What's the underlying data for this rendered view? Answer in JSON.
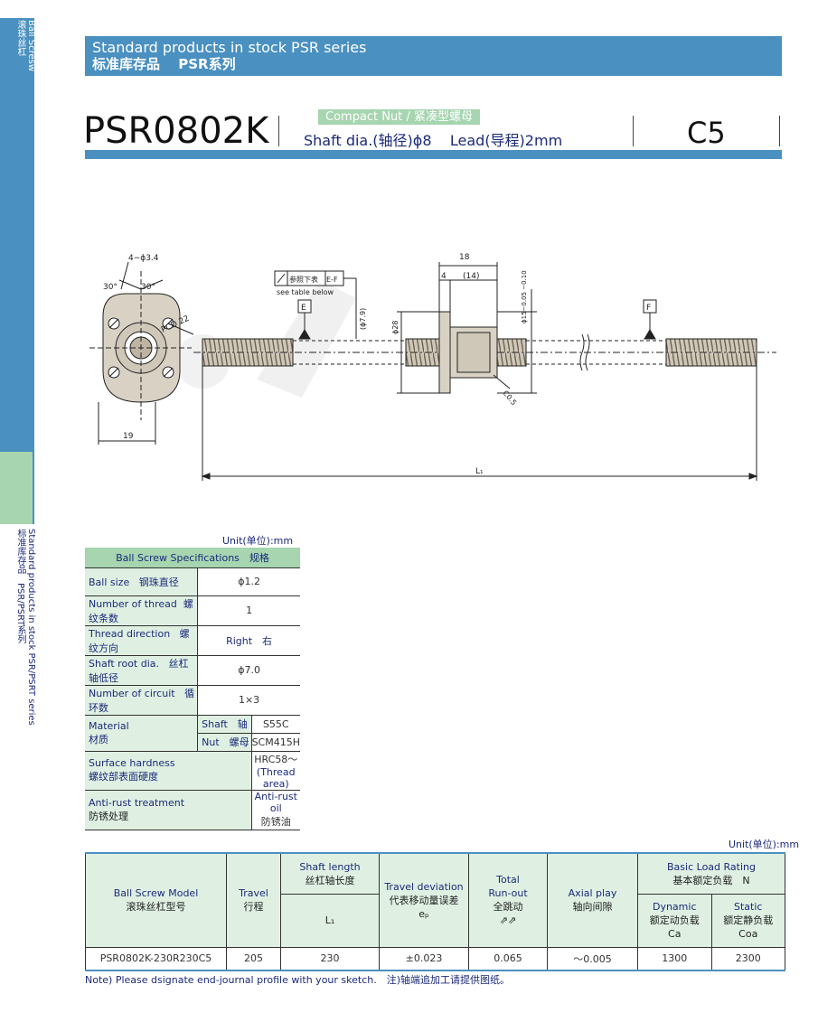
{
  "sidebar": {
    "top_label_en": "Ball Scresw",
    "top_label_cn": "滚珠丝杠",
    "section_label_en": "Standard products in stock  PSR/PSRT series",
    "section_label_cn": "标准库存品　PSR/PSRT系列"
  },
  "header": {
    "title_en": "Standard products in stock PSR series",
    "title_cn": "标准库存品　 PSR系列"
  },
  "model": {
    "name": "PSR0802K",
    "compact_badge": "Compact Nut / 紧凑型螺母",
    "shaft_text": "Shaft dia.(轴径)ϕ8",
    "lead_text": "Lead(导程)2mm",
    "grade": "C5"
  },
  "drawing": {
    "holes": "4−ϕ3.4",
    "angle_left": "30°",
    "angle_right": "30°",
    "pcd": "PCD 22",
    "width_19": "19",
    "dim_18": "18",
    "dim_4": "4",
    "dim_14": "(14)",
    "see_table_cn": "参照下表",
    "see_table_ref": "E-F",
    "see_table_en": "see table below",
    "datum_e": "E",
    "datum_f": "F",
    "dia_79": "(ϕ7.9)",
    "dia_28": "ϕ28",
    "dia_15": "ϕ15−0.05 −0.10",
    "chamfer": "C0.5",
    "length_l1": "L₁"
  },
  "spec_table": {
    "unit": "Unit(单位):mm",
    "header": "Ball Screw Specifications　规格",
    "rows": [
      {
        "label_en": "Ball size",
        "label_cn": "钢珠直径",
        "value": "ϕ1.2"
      },
      {
        "label_en": "Number of thread",
        "label_cn": "螺纹条数",
        "value": "1"
      },
      {
        "label_en": "Thread direction",
        "label_cn": "螺纹方向",
        "value": "Right　右"
      },
      {
        "label_en": "Shaft root dia.",
        "label_cn": "丝杠轴低径",
        "value": "ϕ7.0"
      },
      {
        "label_en": "Number of circuit",
        "label_cn": "循环数",
        "value": "1×3"
      }
    ],
    "material_en": "Material",
    "material_cn": "材质",
    "shaft_label": "Shaft　轴",
    "shaft_value": "S55C",
    "nut_label": "Nut　螺母",
    "nut_value": "SCM415H",
    "hardness_en": "Surface hardness",
    "hardness_cn": "螺纹部表面硬度",
    "hardness_value_1": "HRC58～",
    "hardness_value_2": "(Thread area)",
    "antirust_en": "Anti-rust treatment",
    "antirust_cn": "防锈处理",
    "antirust_value_en": "Anti-rust oil",
    "antirust_value_cn": "防锈油"
  },
  "data_table": {
    "unit": "Unit(单位):mm",
    "h_model_en": "Ball Screw Model",
    "h_model_cn": "滚珠丝杠型号",
    "h_travel_en": "Travel",
    "h_travel_cn": "行程",
    "h_shaft_en": "Shaft length",
    "h_shaft_cn": "丝杠轴长度",
    "h_shaft_sym": "L₁",
    "h_dev_en": "Travel deviation",
    "h_dev_cn": "代表移动量误差",
    "h_dev_sym": "eₚ",
    "h_runout_en_1": "Total",
    "h_runout_en_2": "Run-out",
    "h_runout_cn": "全跳动",
    "h_axial_en": "Axial play",
    "h_axial_cn": "轴向间隙",
    "h_load_en": "Basic Load Rating",
    "h_load_cn": "基本额定负载　N",
    "h_dyn_en": "Dynamic",
    "h_dyn_cn": "额定动负载",
    "h_dyn_sym": "Ca",
    "h_sta_en": "Static",
    "h_sta_cn": "额定静负载",
    "h_sta_sym": "Coa",
    "row": {
      "model": "PSR0802K-230R230C5",
      "travel": "205",
      "shaft": "230",
      "deviation": "±0.023",
      "runout": "0.065",
      "axial": "～0.005",
      "dynamic": "1300",
      "static": "2300"
    }
  },
  "note": "Note) Please dsignate end-journal profile with your sketch.　注)轴端追加工请提供图纸。"
}
